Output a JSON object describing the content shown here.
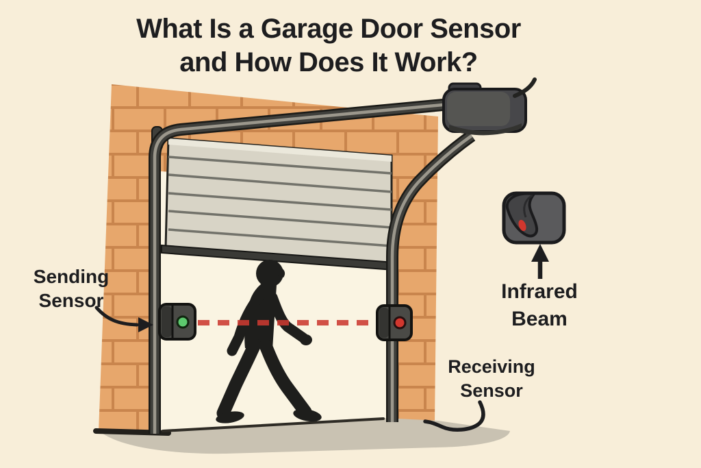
{
  "title": {
    "line1": "What Is a Garage Door Sensor",
    "line2": "and How Does It Work?"
  },
  "labels": {
    "sending_sensor": {
      "line1": "Sending",
      "line2": "Sensor"
    },
    "receiving_sensor": {
      "line1": "Receiving",
      "line2": "Sensor"
    },
    "infrared_beam": {
      "line1": "Infrared",
      "line2": "Beam"
    }
  },
  "illustration": {
    "sending_sensor_led": "green",
    "receiving_sensor_led": "red",
    "beam_style": "red dashed horizontal line between the two sensors",
    "icons": {
      "sending_arrow": "curved-arrow-right",
      "infrared_arrow": "arrow-up",
      "receiving_leader": "curved-cord"
    }
  },
  "colors": {
    "background": "#f8eed9",
    "doorway_interior": "#faf4e2",
    "brick": "#e7a76c",
    "brick_mortar": "#c9854d",
    "door_panel": "#d8d4c6",
    "door_panel_line": "#72726a",
    "track_dark": "#3f3f3b",
    "track_light": "#9b978c",
    "metal_dark": "#47474a",
    "beam_red": "#cc3a31",
    "led_green": "#5dc96e",
    "led_red": "#d2372e",
    "silhouette": "#1e1e1c",
    "floor_shadow": "#c9c2b2",
    "text": "#1d1d1f"
  }
}
